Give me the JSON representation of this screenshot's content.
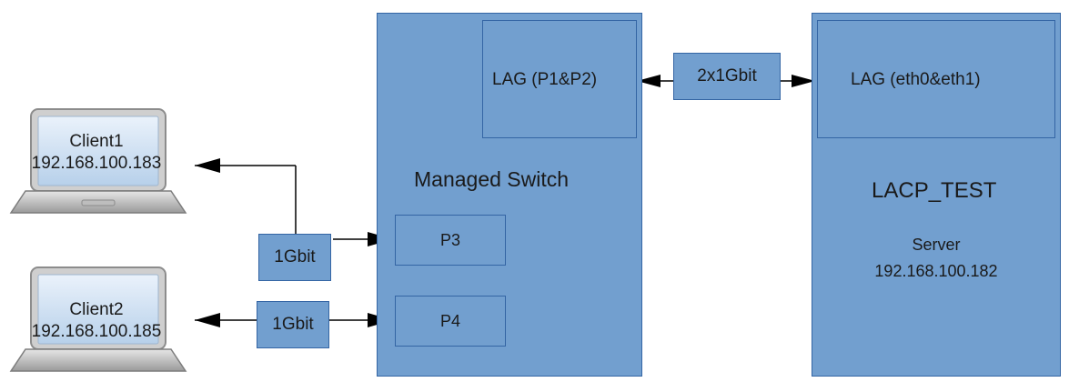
{
  "switch": {
    "title": "Managed Switch",
    "lag_label": "LAG (P1&P2)",
    "port3_label": "P3",
    "port4_label": "P4"
  },
  "server": {
    "name": "LACP_TEST",
    "role": "Server",
    "ip": "192.168.100.182",
    "lag_label": "LAG (eth0&eth1)"
  },
  "links": {
    "lag_link_label": "2x1Gbit",
    "client1_link_label": "1Gbit",
    "client2_link_label": "1Gbit"
  },
  "clients": [
    {
      "name": "Client1",
      "ip": "192.168.100.183"
    },
    {
      "name": "Client2",
      "ip": "192.168.100.185"
    }
  ],
  "colors": {
    "box_fill": "#729fcf",
    "box_border": "#3465a4",
    "arrow": "#000000"
  }
}
